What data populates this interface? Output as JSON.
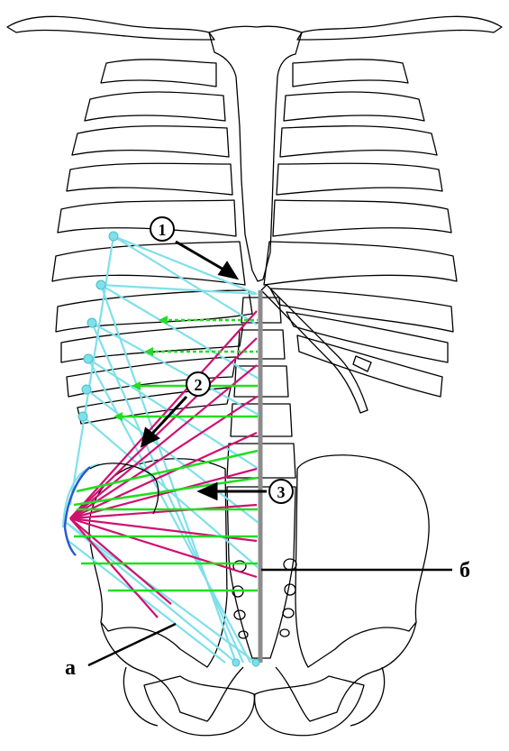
{
  "labels": {
    "marker1": "1",
    "marker2": "2",
    "marker3": "3",
    "label_a": "а",
    "label_b": "б"
  },
  "colors": {
    "bone_outline": "#000000",
    "midline": "#8c8c8c",
    "cyan_lines": "#7fe0ea",
    "magenta_lines": "#d01070",
    "green_lines": "#22dd22",
    "blue_arc": "#2a5ad0",
    "background": "#ffffff"
  }
}
